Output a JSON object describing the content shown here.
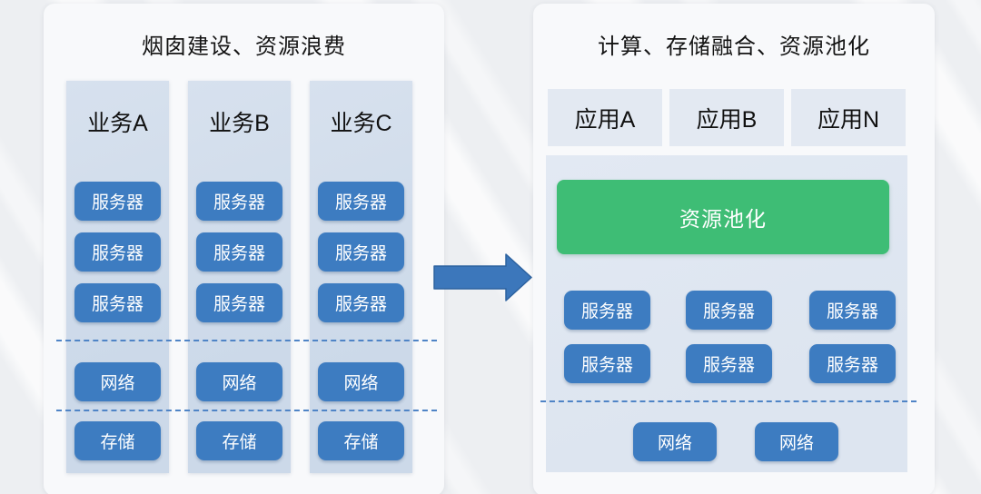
{
  "slide": {
    "left_panel": {
      "title": "烟囱建设、资源浪费",
      "columns": [
        {
          "header": "业务A",
          "servers": [
            "服务器",
            "服务器",
            "服务器"
          ],
          "network": "网络",
          "storage": "存储"
        },
        {
          "header": "业务B",
          "servers": [
            "服务器",
            "服务器",
            "服务器"
          ],
          "network": "网络",
          "storage": "存储"
        },
        {
          "header": "业务C",
          "servers": [
            "服务器",
            "服务器",
            "服务器"
          ],
          "network": "网络",
          "storage": "存储"
        }
      ]
    },
    "right_panel": {
      "title": "计算、存储融合、资源池化",
      "apps": [
        "应用A",
        "应用B",
        "应用N"
      ],
      "pool_label": "资源池化",
      "servers": [
        "服务器",
        "服务器",
        "服务器",
        "服务器",
        "服务器",
        "服务器"
      ],
      "networks": [
        "网络",
        "网络"
      ]
    },
    "colors": {
      "page_bg": "#edeff2",
      "panel_bg": "#f8f9fb",
      "column_bg": "#cfdbe9",
      "app_box_bg": "#e3e9f2",
      "pool_container_bg": "#dfe7f1",
      "button_blue": "#3d7cc1",
      "pool_green": "#3ebd75",
      "dash_blue": "#4f84c6",
      "arrow_blue": "#3c77bb"
    }
  }
}
